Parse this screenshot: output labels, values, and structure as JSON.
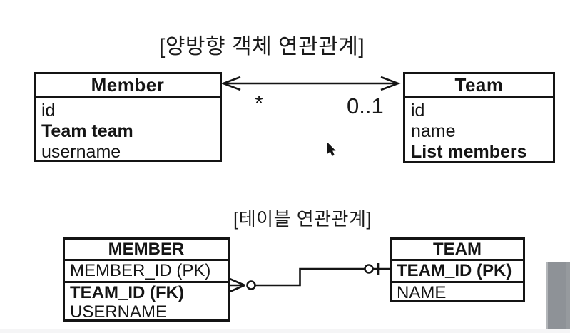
{
  "object_diagram": {
    "title": "[양방향 객체 연관관계]",
    "member": {
      "name": "Member",
      "fields": [
        "id",
        "Team team",
        "username"
      ]
    },
    "team": {
      "name": "Team",
      "fields": [
        "id",
        "name",
        "List members"
      ]
    },
    "left_multiplicity": "*",
    "right_multiplicity": "0..1"
  },
  "table_diagram": {
    "title": "[테이블 연관관계]",
    "member_table": {
      "name": "MEMBER",
      "rows": [
        "MEMBER_ID (PK)",
        "TEAM_ID (FK)",
        "USERNAME"
      ]
    },
    "team_table": {
      "name": "TEAM",
      "rows": [
        "TEAM_ID (PK)",
        "NAME"
      ]
    }
  },
  "icons": {
    "cursor": "mouse-cursor-icon",
    "scrollbar": "scrollbar-thumb"
  },
  "colors": {
    "ink": "#141414",
    "background": "#ffffff",
    "scrollbar": "#8e9297",
    "footer_strip": "#f5f5f6"
  }
}
